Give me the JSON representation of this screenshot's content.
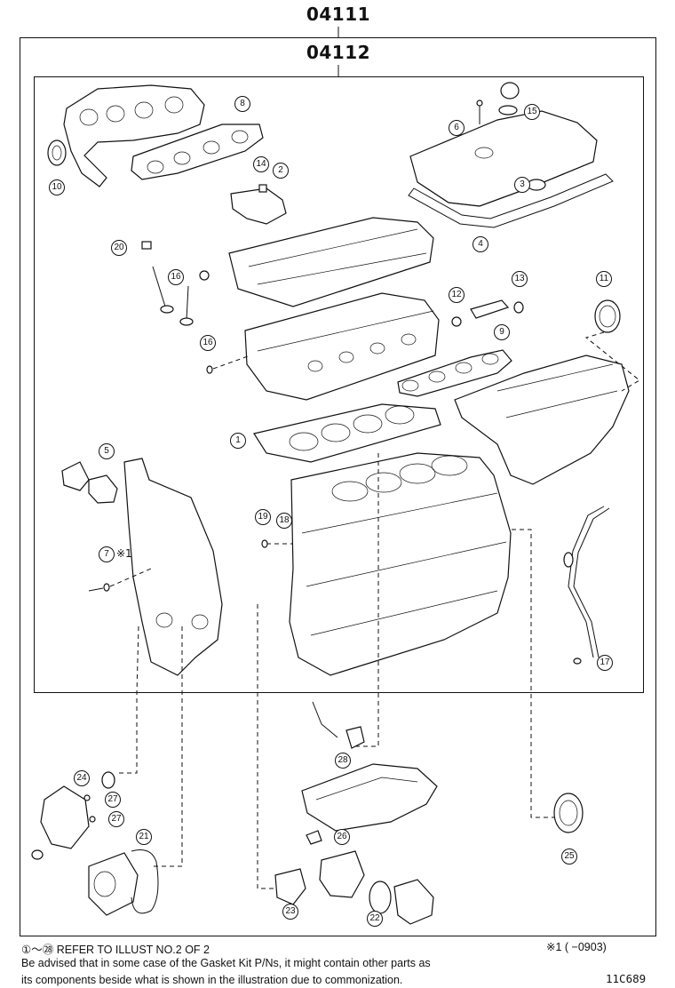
{
  "diagram": {
    "outer_assembly_no": "04111",
    "inner_assembly_no": "04112",
    "callouts": [
      "1",
      "2",
      "3",
      "4",
      "5",
      "6",
      "7",
      "8",
      "9",
      "10",
      "11",
      "12",
      "13",
      "14",
      "15",
      "16",
      "16",
      "17",
      "18",
      "19",
      "20",
      "21",
      "22",
      "23",
      "24",
      "25",
      "26",
      "27",
      "27",
      "28"
    ],
    "note_mark_7": "※1",
    "footer": {
      "line1_range": "①～㉘",
      "line1_text": "REFER TO ILLUST NO.2 OF 2",
      "line1_note": "※1 (       −0903)",
      "line2": "Be advised that in some case of the Gasket Kit P/Ns,  it might contain other parts as",
      "line3": "its components beside what is shown in the illustration due to commonization.",
      "illustration_code": "11C689"
    }
  }
}
